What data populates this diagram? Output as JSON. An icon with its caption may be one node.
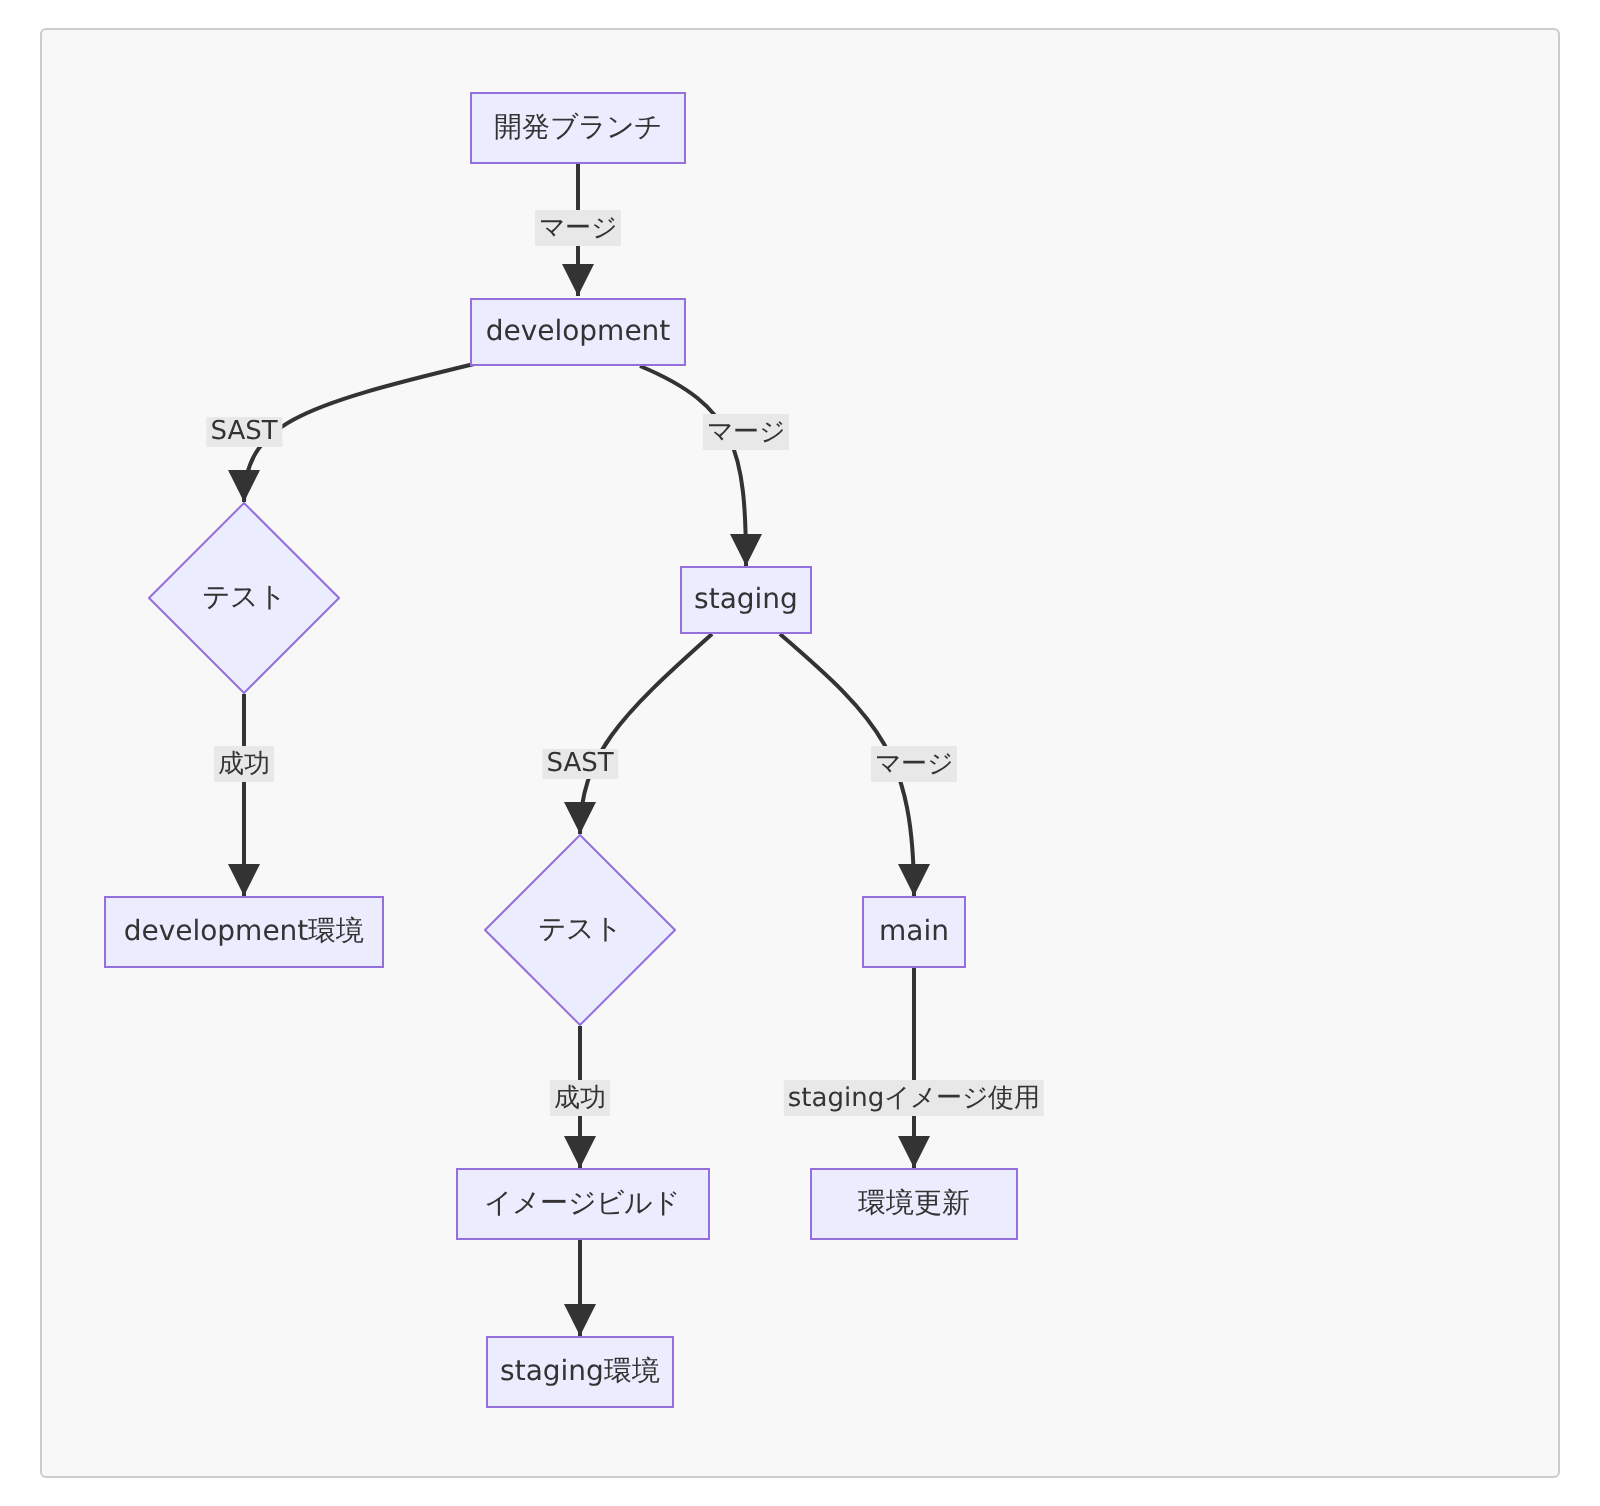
{
  "diagram": {
    "nodes": [
      {
        "text": [
          "開発ブランチ"
        ]
      },
      {
        "text": [
          "development"
        ]
      },
      {
        "text": [
          "テスト"
        ]
      },
      {
        "text": [
          "development環境"
        ]
      },
      {
        "text": [
          "staging"
        ]
      },
      {
        "text": [
          "テスト"
        ]
      },
      {
        "text": [
          "main"
        ]
      },
      {
        "text": [
          "イメージビルド"
        ]
      },
      {
        "text": [
          "環境更新"
        ]
      },
      {
        "text": [
          "staging環境"
        ]
      }
    ],
    "edges": [
      {
        "from": 0,
        "to": 1,
        "arrow": "to",
        "label": "マージ"
      },
      {
        "from": 1,
        "to": 2,
        "arrow": "to",
        "label": "SAST"
      },
      {
        "from": 1,
        "to": 4,
        "arrow": "to",
        "label": "マージ"
      },
      {
        "from": 2,
        "to": 3,
        "arrow": "to",
        "label": "成功"
      },
      {
        "from": 4,
        "to": 5,
        "arrow": "to",
        "label": "SAST"
      },
      {
        "from": 4,
        "to": 6,
        "arrow": "to",
        "label": "マージ"
      },
      {
        "from": 5,
        "to": 7,
        "arrow": "to",
        "label": "成功"
      },
      {
        "from": 6,
        "to": 8,
        "arrow": "to",
        "label": "stagingイメージ使用"
      },
      {
        "from": 7,
        "to": 9,
        "arrow": "to"
      }
    ]
  }
}
